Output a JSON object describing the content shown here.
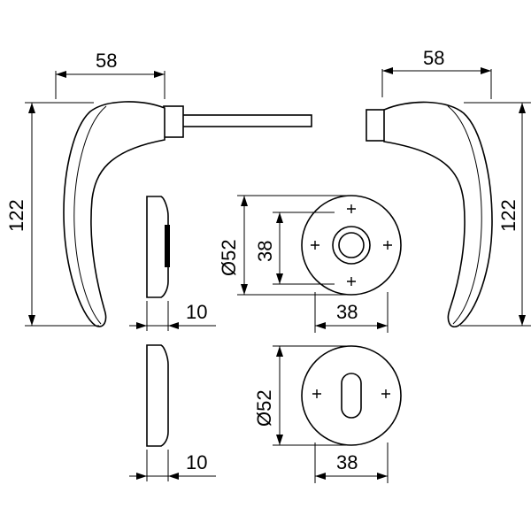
{
  "dimensions": {
    "handle_left_width": "58",
    "handle_right_width": "58",
    "handle_left_height": "122",
    "handle_right_height": "122",
    "rose_thickness_top": "10",
    "rose_thickness_bottom": "10",
    "rose_top_outer_diameter": "Ø52",
    "rose_top_inner": "38",
    "rose_top_width": "38",
    "rose_bottom_outer_diameter": "Ø52",
    "rose_bottom_width": "38"
  }
}
